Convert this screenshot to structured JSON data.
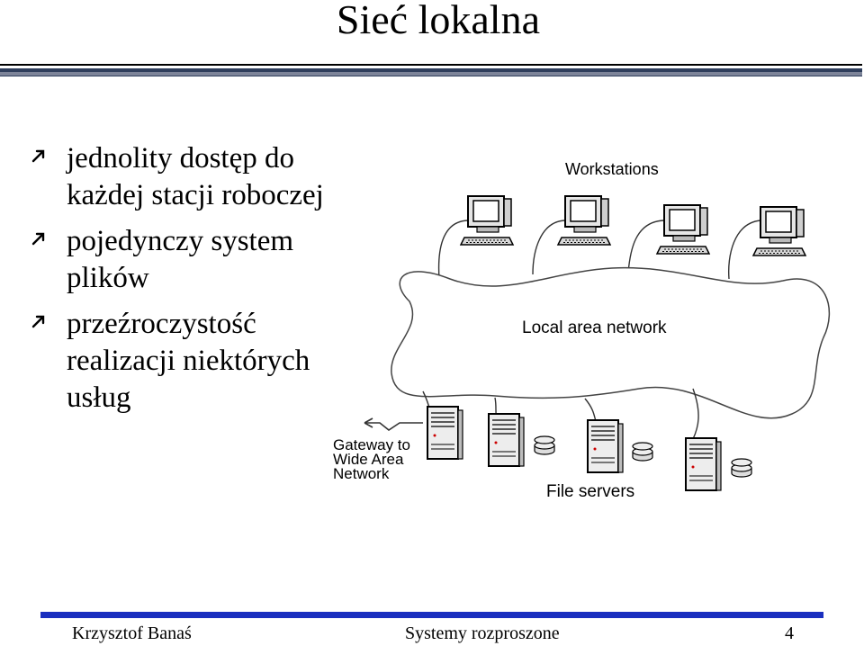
{
  "title": "Sieć lokalna",
  "bullets": [
    "jednolity dostęp do każdej stacji roboczej",
    "pojedynczy system plików",
    "przeźroczystość realizacji niektórych usług"
  ],
  "diagram": {
    "workstations_label": "Workstations",
    "lan_label": "Local area network",
    "gateway_label_lines": [
      "Gateway to",
      "Wide Area",
      "Network"
    ],
    "file_servers_label": "File servers"
  },
  "footer": {
    "author": "Krzysztof Banaś",
    "course": "Systemy rozproszone",
    "page": "4"
  },
  "colors": {
    "footer_rule": "#1a2fbf",
    "title_rule": "#2f3e5c"
  }
}
